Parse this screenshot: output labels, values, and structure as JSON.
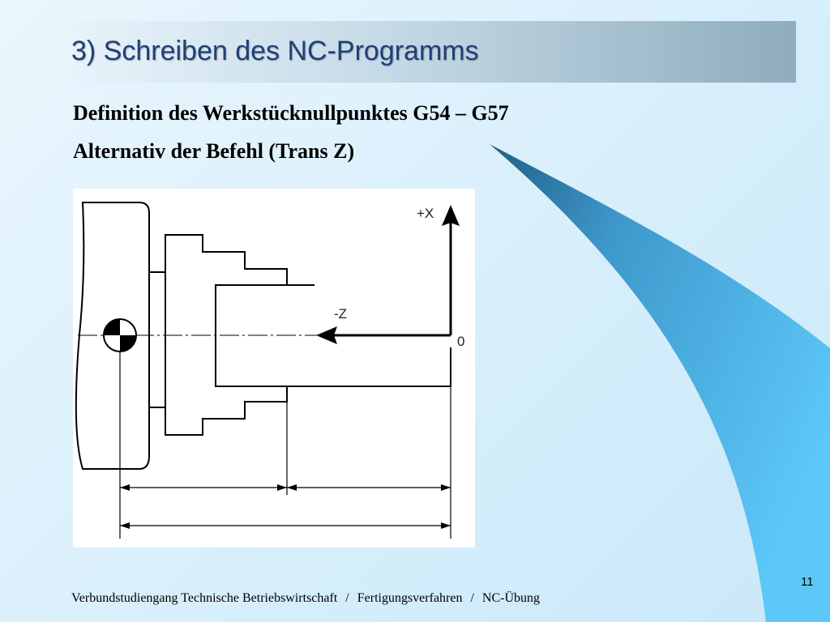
{
  "slide": {
    "title": "3) Schreiben des NC-Programms",
    "subtitle_line1": "Definition des Werkstücknullpunktes G54 – G57",
    "subtitle_line2": "Alternativ der Befehl (Trans Z)",
    "page_number": "11"
  },
  "diagram": {
    "axis_x_label": "+X",
    "axis_z_label": "-Z",
    "origin_label": "0"
  },
  "footer": {
    "part1": "Verbundstudiengang Technische Betriebswirtschaft",
    "separator": "/",
    "part2": "Fertigungsverfahren",
    "part3": "NC-Übung"
  },
  "colors": {
    "title_text": "#1f3f78",
    "swoosh_dark": "#2a6c96",
    "swoosh_light": "#5cc8f8"
  }
}
